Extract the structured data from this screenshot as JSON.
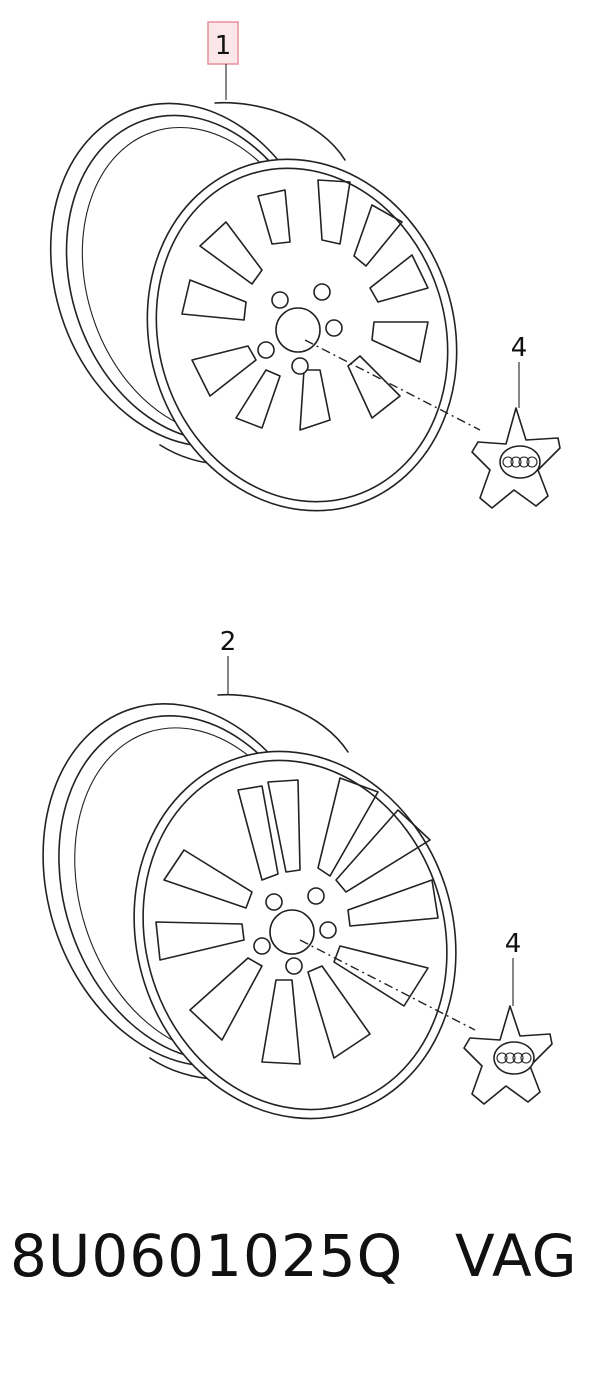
{
  "callouts": {
    "wheel_1": "1",
    "wheel_2": "2",
    "cap_1": "4",
    "cap_2": "4"
  },
  "footer": {
    "part_number": "8U0601025Q",
    "brand": "VAG"
  },
  "colors": {
    "line": "#222222",
    "highlight_box": "#e88f9a",
    "highlight_fill": "#fbe7ea"
  }
}
